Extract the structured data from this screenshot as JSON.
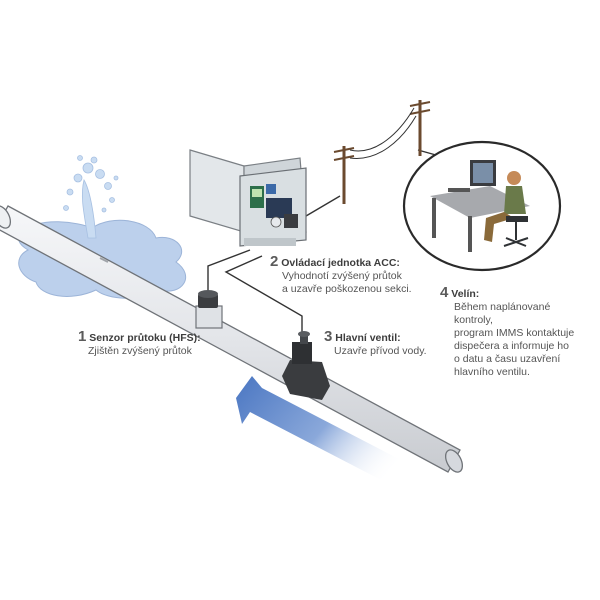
{
  "steps": [
    {
      "number": "1",
      "title": "Senzor průtoku (HFS):",
      "description": "Zjištěn zvýšený průtok"
    },
    {
      "number": "2",
      "title": "Ovládací jednotka ACC:",
      "description": "Vyhodnotí zvýšený průtok\na uzavře poškozenou sekci."
    },
    {
      "number": "3",
      "title": "Hlavní ventil:",
      "description": "Uzavře přívod vody."
    },
    {
      "number": "4",
      "title": "Velín:",
      "description": "Během naplánované kontroly,\nprogram IMMS kontaktuje\ndispečera a informuje ho\no datu a času uzavření\nhlavního ventilu."
    }
  ],
  "colors": {
    "pipe": "#e4e6ea",
    "pipe_edge": "#6f7378",
    "puddle": "#bcd0ec",
    "flow_arrow": "#5e86c8",
    "controller": "#dde3e6",
    "wood_pole": "#6b4a2f",
    "room": "#ffffff"
  },
  "icons": [
    "water-spray-icon",
    "flow-sensor-icon",
    "master-valve-icon",
    "controller-icon",
    "utility-pole-icon",
    "operator-workstation-icon",
    "flow-direction-arrow-icon"
  ]
}
